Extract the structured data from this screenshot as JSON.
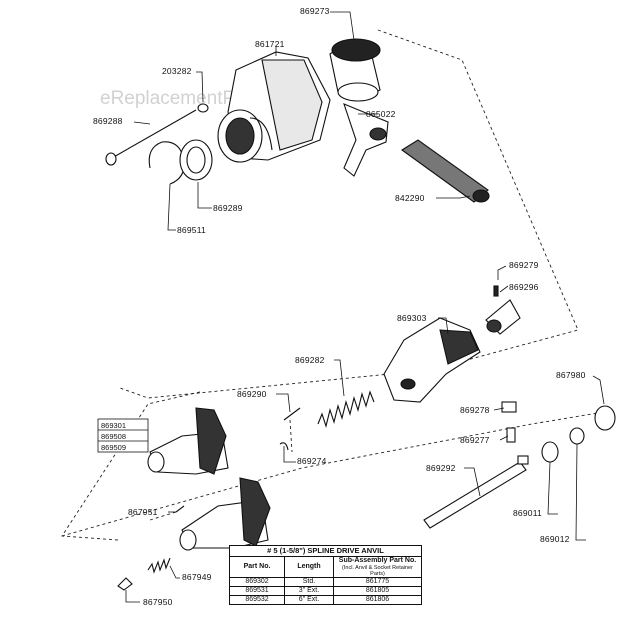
{
  "watermark": "eReplacementParts.com",
  "parts": {
    "p869273": "869273",
    "p861721": "861721",
    "p203282": "203282",
    "p869288": "869288",
    "p865022": "865022",
    "p869289": "869289",
    "p842290": "842290",
    "p869511": "869511",
    "p869279": "869279",
    "p869296": "869296",
    "p869303": "869303",
    "p869282": "869282",
    "p867980": "867980",
    "p869290": "869290",
    "p869278": "869278",
    "p869301": "869301",
    "p869508": "869508",
    "p869509": "869509",
    "p869277": "869277",
    "p869274": "869274",
    "p869292": "869292",
    "p867951": "867951",
    "p869011": "869011",
    "p869012": "869012",
    "p867949": "867949",
    "p867950": "867950"
  },
  "table": {
    "title": "# 5 (1-5/8\") SPLINE DRIVE ANVIL",
    "headers": {
      "part_no": "Part No.",
      "length": "Length",
      "sub_assembly": "Sub-Assembly Part No.",
      "sub_assembly_note": "(Incl. Anvil & Socket Retainer Parts)"
    },
    "rows": [
      {
        "part_no": "869302",
        "length": "Std.",
        "sub": "861775"
      },
      {
        "part_no": "869531",
        "length": "3\" Ext.",
        "sub": "861805"
      },
      {
        "part_no": "869532",
        "length": "6\" Ext.",
        "sub": "861806"
      }
    ]
  }
}
